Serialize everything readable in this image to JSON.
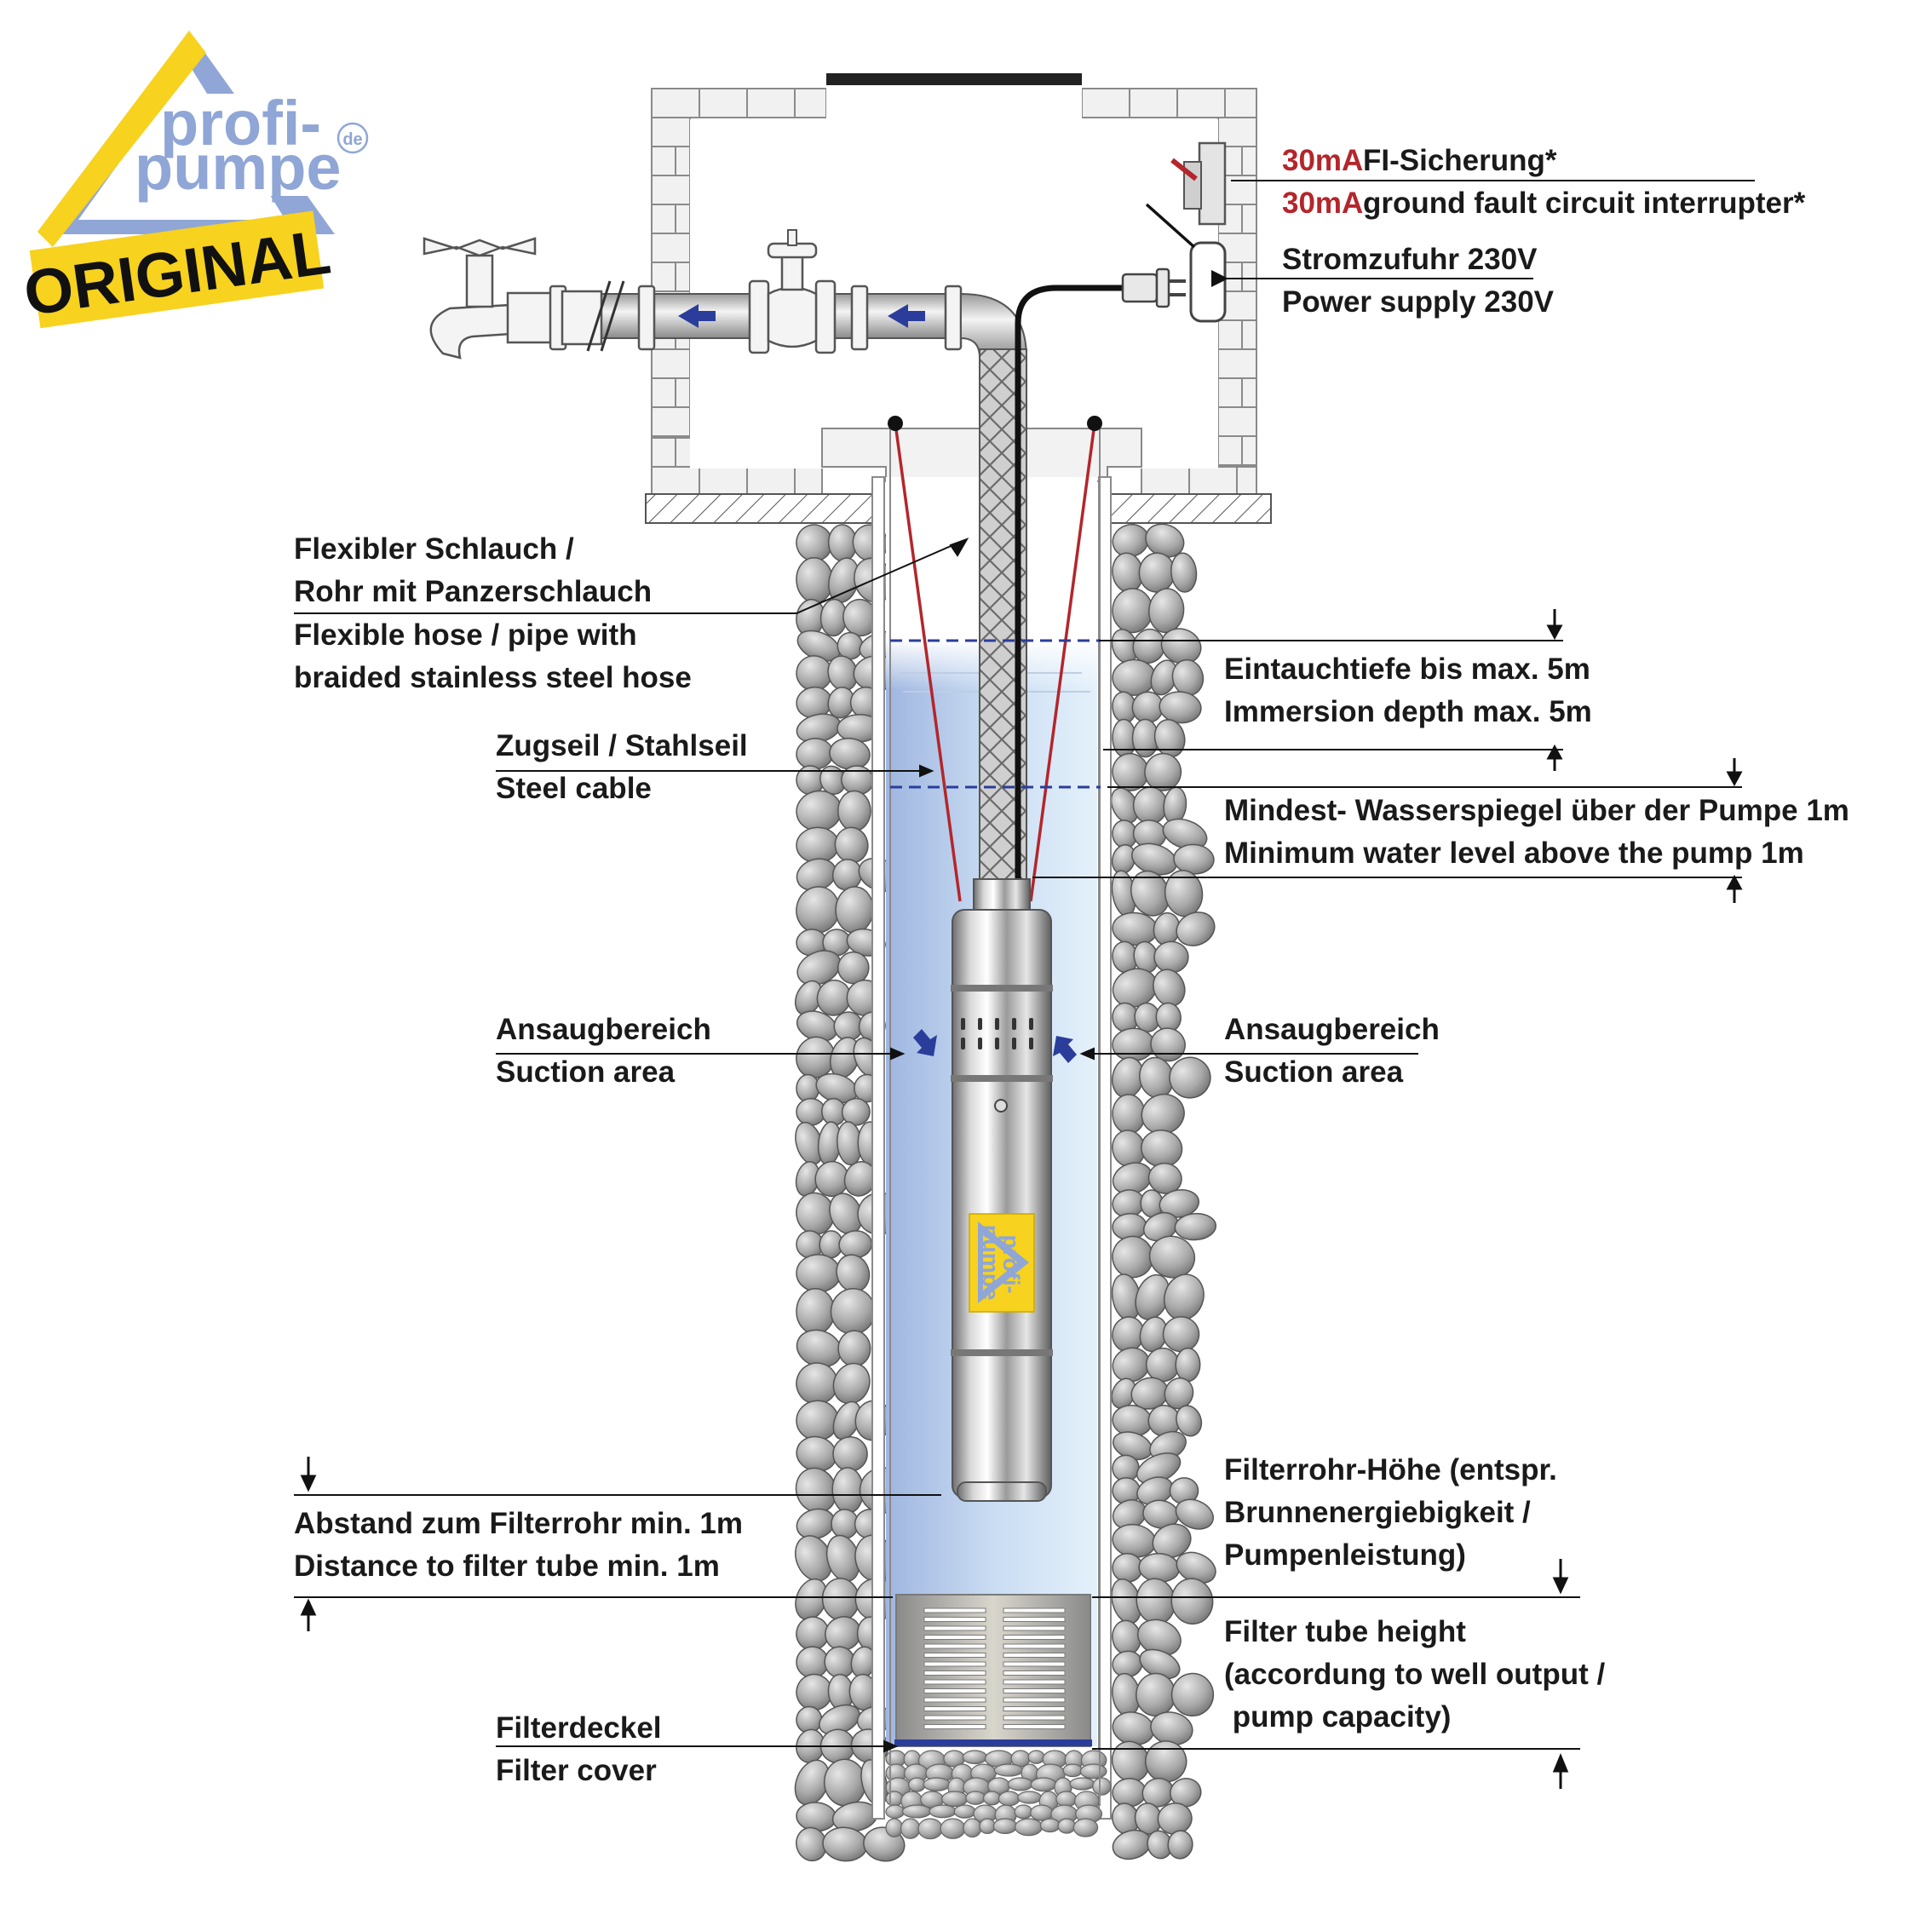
{
  "logo": {
    "brand_line1": "profi-",
    "brand_line2": "pumpe",
    "domain": "de",
    "badge": "ORIGINAL"
  },
  "pump_label": {
    "line1": "profi-",
    "line2": "pumpe"
  },
  "labels": {
    "fi_amount": "30mA",
    "fi_de": "FI-Sicherung*",
    "fi_en": "ground fault circuit interrupter*",
    "power_de": "Stromzufuhr 230V",
    "power_en": "Power supply 230V",
    "hose_de_1": "Flexibler Schlauch /",
    "hose_de_2": "Rohr mit Panzerschlauch",
    "hose_en_1": "Flexible hose / pipe with",
    "hose_en_2": "braided stainless steel hose",
    "immersion_de": "Eintauchtiefe bis max. 5m",
    "immersion_en": "Immersion depth max. 5m",
    "cable_de": "Zugseil / Stahlseil",
    "cable_en": "Steel cable",
    "minlevel_de": "Mindest- Wasserspiegel über der Pumpe 1m",
    "minlevel_en": "Minimum water level above the pump 1m",
    "suction_left_de": "Ansaugbereich",
    "suction_left_en": "Suction area",
    "suction_right_de": "Ansaugbereich",
    "suction_right_en": "Suction area",
    "filterheight_de_1": "Filterrohr-Höhe (entspr.",
    "filterheight_de_2": "Brunnenergiebigkeit /",
    "filterheight_de_3": "Pumpenleistung)",
    "distance_de": "Abstand zum Filterrohr min. 1m",
    "distance_en": "Distance to filter tube min. 1m",
    "filterheight_en_1": "Filter tube height",
    "filterheight_en_2": "(accordung to well output /",
    "filterheight_en_3": " pump capacity)",
    "filtercover_de": "Filterdeckel",
    "filtercover_en": "Filter cover"
  },
  "colors": {
    "logo_blue": "#8fa6d6",
    "logo_yellow": "#f7d21e",
    "accent_red": "#b3262b",
    "arrow_blue": "#2b3d9b",
    "water": "#cfe3f5"
  }
}
